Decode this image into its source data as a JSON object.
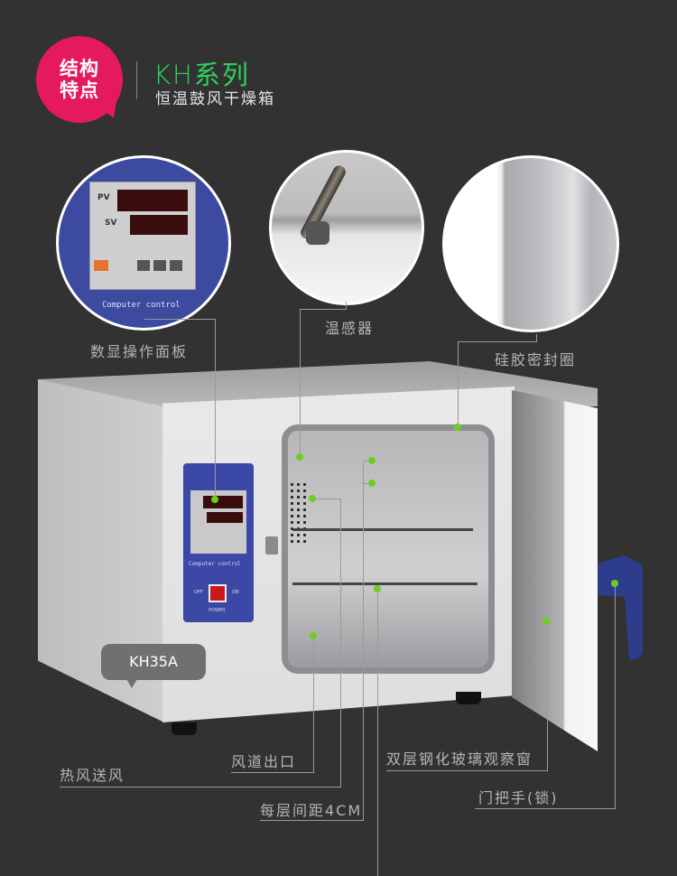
{
  "header": {
    "badge_line1": "结构",
    "badge_line2": "特点",
    "series": "KH系列",
    "subtitle": "恒温鼓风干燥箱"
  },
  "colors": {
    "background": "#323232",
    "badge": "#e5195f",
    "series_text": "#2bd45a",
    "callout_dot": "#6ad11a",
    "panel_blue": "#3b48a6",
    "handle_blue": "#2e3c8c"
  },
  "detail_circles": [
    {
      "id": "control-panel-closeup",
      "caption": "Computer control",
      "pv": "PV",
      "sv": "SV"
    },
    {
      "id": "temp-sensor-closeup"
    },
    {
      "id": "silicone-seal-closeup"
    }
  ],
  "callouts": {
    "display_panel": "数显操作面板",
    "temp_sensor": "温感器",
    "silicone_seal": "硅胶密封圈",
    "hot_air": "热风送风",
    "air_outlet": "风道出口",
    "shelf_spacing": "每层间距4CM",
    "double_glass": "双层钢化玻璃观察窗",
    "door_handle": "门把手(锁)"
  },
  "product": {
    "model": "KH35A",
    "panel_caption": "Computer control",
    "power_label": "POWER",
    "off_label": "OFF",
    "on_label": "ON"
  }
}
